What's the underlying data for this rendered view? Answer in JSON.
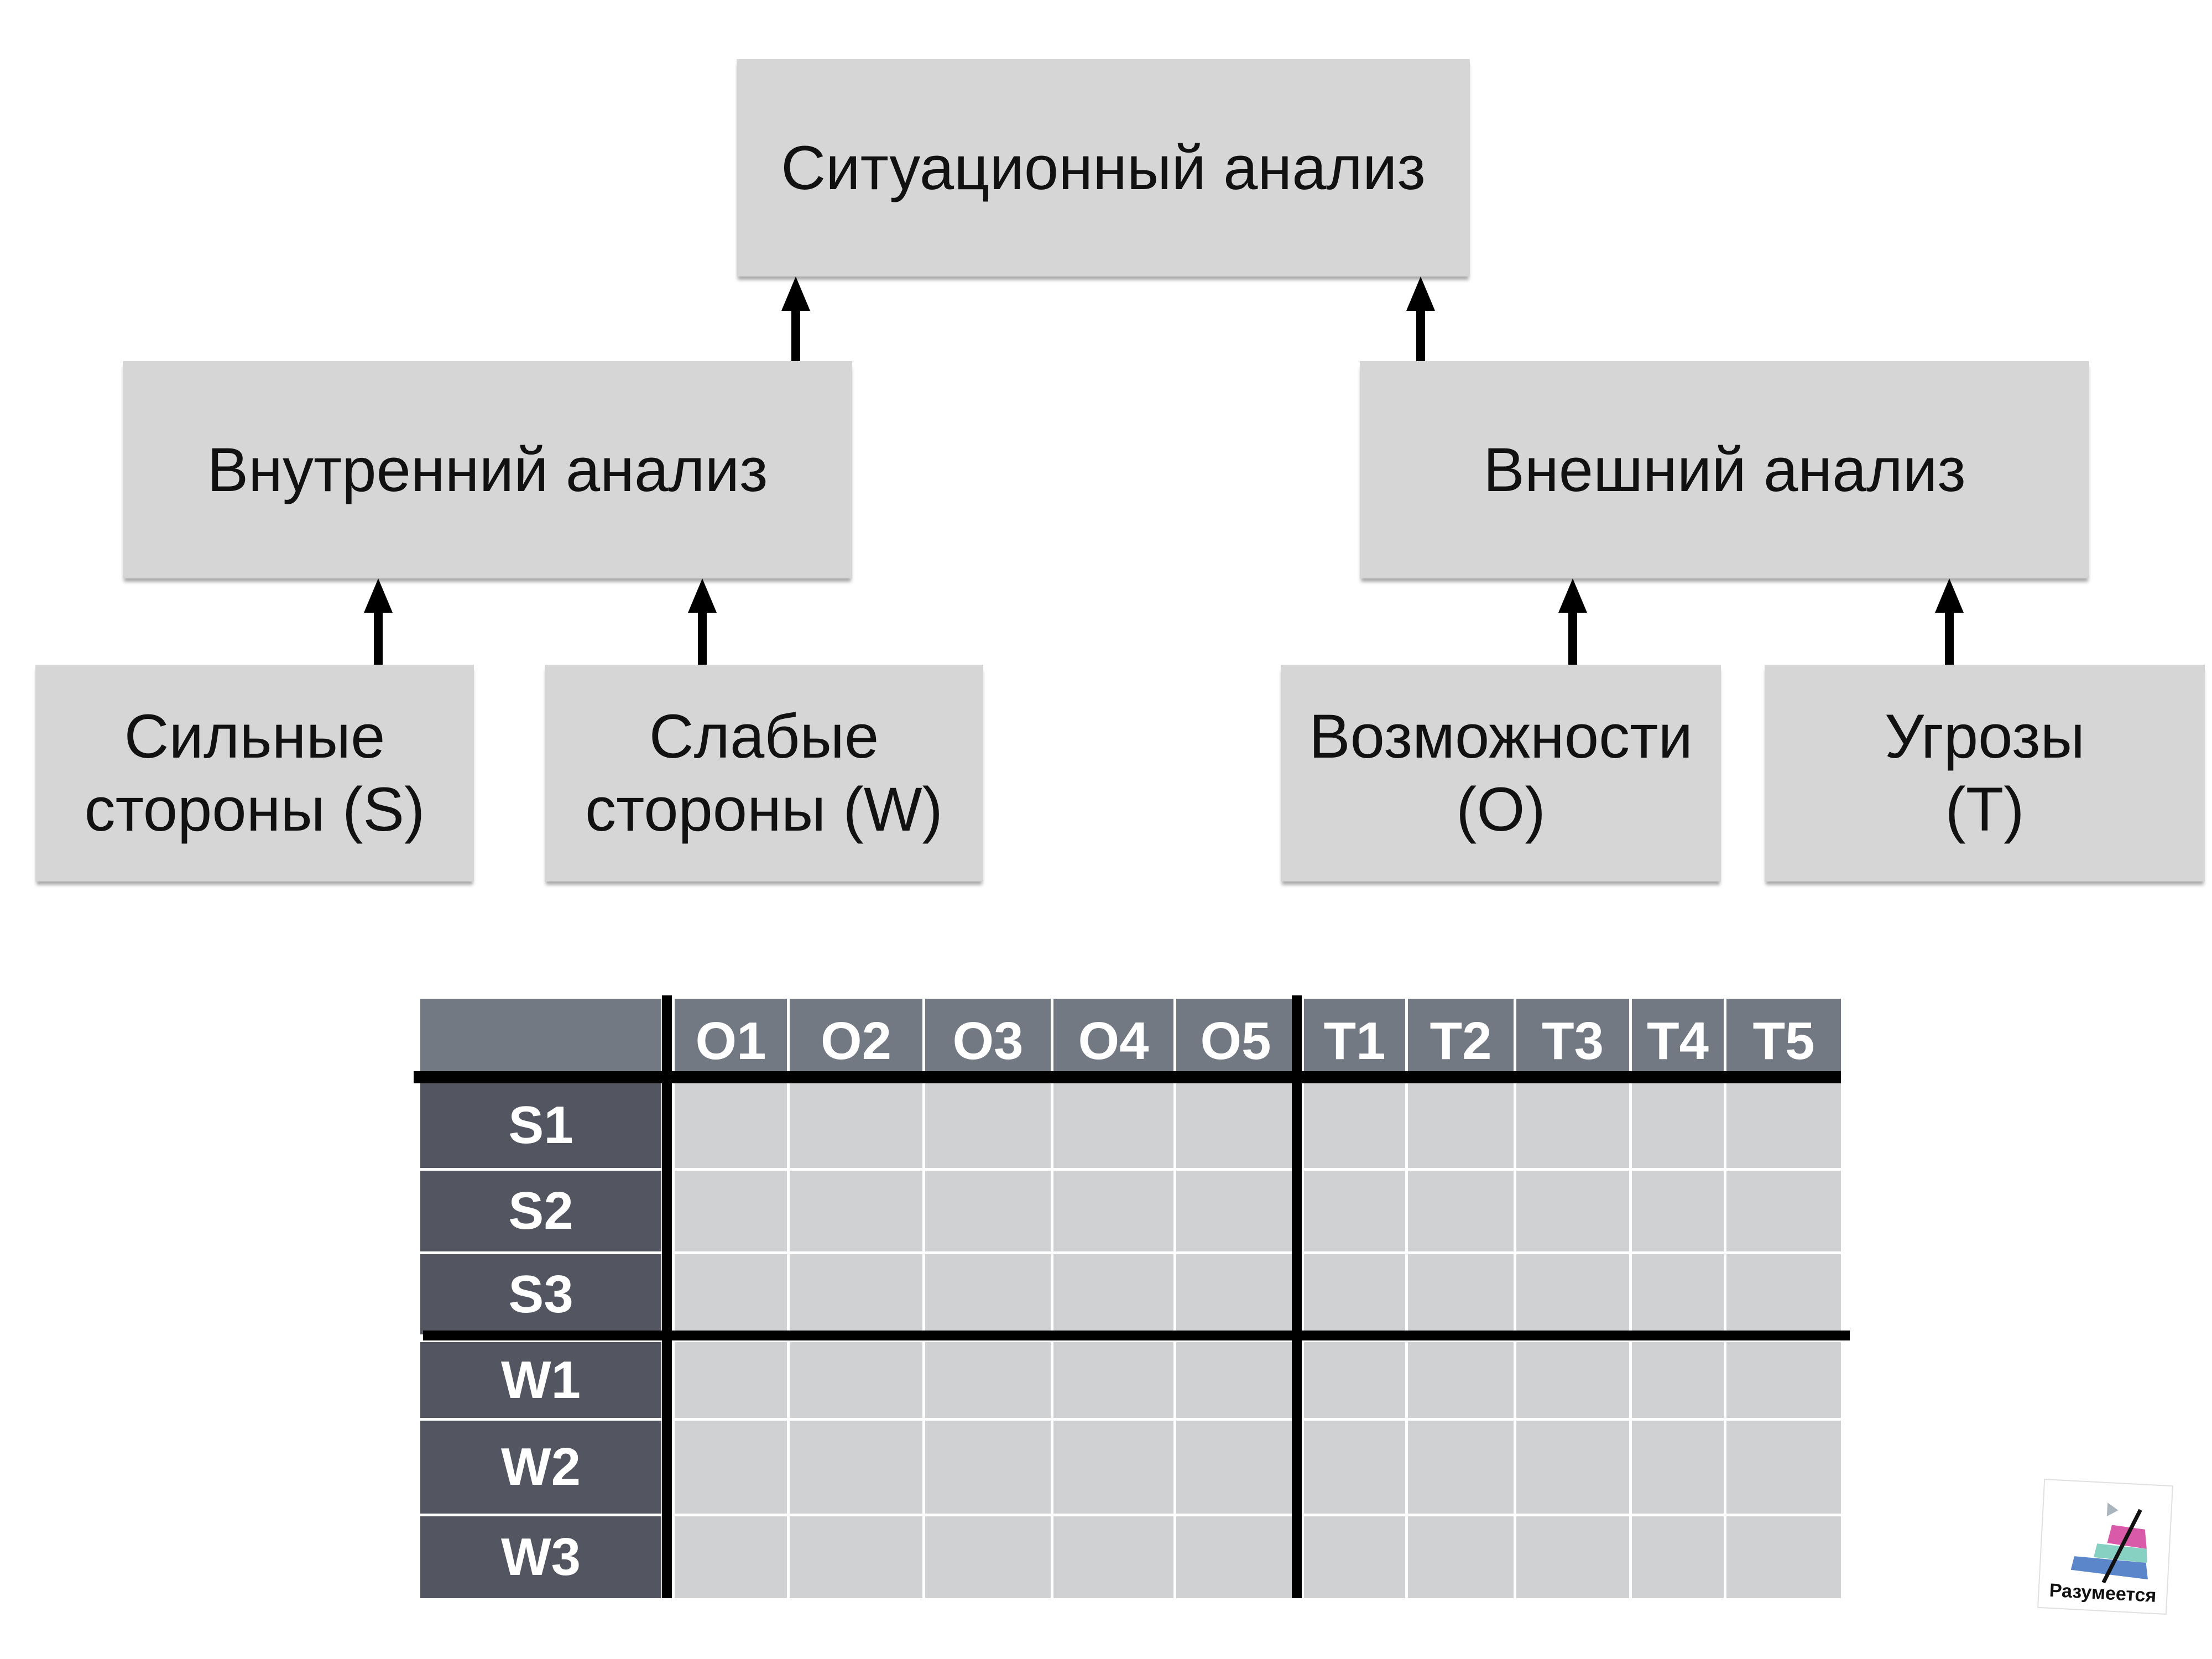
{
  "diagram": {
    "top": {
      "label": "Ситуационный анализ"
    },
    "internal": {
      "label": "Внутренний анализ"
    },
    "external": {
      "label": "Внешний анализ"
    },
    "strengths": {
      "label": "Сильные\nстороны (S)"
    },
    "weaknesses": {
      "label": "Слабые\nстороны (W)"
    },
    "opportunities": {
      "label": "Возможности\n(O)"
    },
    "threats": {
      "label": "Угрозы\n(T)"
    }
  },
  "matrix": {
    "columns": [
      "O1",
      "O2",
      "O3",
      "O4",
      "O5",
      "T1",
      "T2",
      "T3",
      "T4",
      "T5"
    ],
    "rows": [
      "S1",
      "S2",
      "S3",
      "W1",
      "W2",
      "W3"
    ],
    "colors": {
      "header": "#737983",
      "row_header": "#535661",
      "cell": "#d0d1d3"
    }
  },
  "logo": {
    "text": "Разумеется",
    "colors": [
      "#5b86c9",
      "#86d1c2",
      "#d95aa8",
      "#a9b4bd"
    ]
  }
}
